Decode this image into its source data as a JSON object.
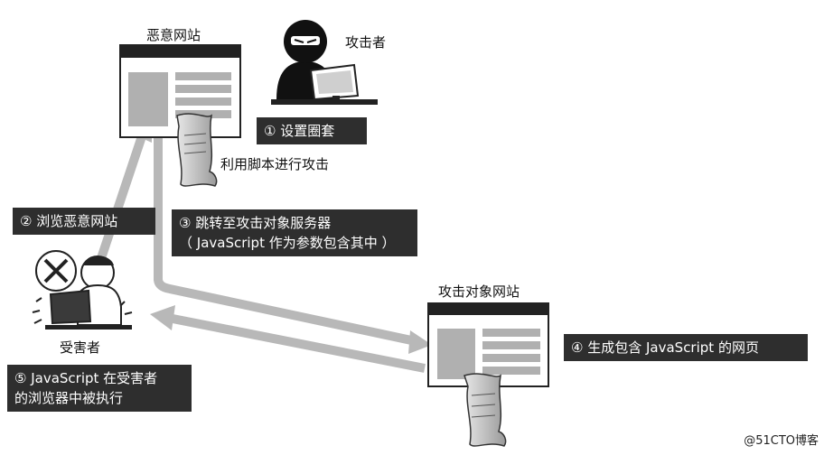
{
  "nodes": {
    "malicious_site": {
      "label": "恶意网站"
    },
    "attacker": {
      "label": "攻击者"
    },
    "target_site": {
      "label": "攻击对象网站"
    },
    "victim": {
      "label": "受害者"
    }
  },
  "annotations": {
    "script_attack": "利用脚本进行攻击"
  },
  "steps": [
    {
      "lines": [
        "① 设置圈套"
      ]
    },
    {
      "lines": [
        "② 浏览恶意网站"
      ]
    },
    {
      "lines": [
        "③ 跳转至攻击对象服务器",
        "（ JavaScript 作为参数包含其中 ）"
      ]
    },
    {
      "lines": [
        "④ 生成包含 JavaScript 的网页"
      ]
    },
    {
      "lines": [
        "⑤ JavaScript 在受害者",
        "的浏览器中被执行"
      ]
    }
  ],
  "watermark": "@51CTO博客",
  "colors": {
    "box_bg": "#2e2e2e",
    "box_text": "#ffffff",
    "arrow": "#b8b8b8",
    "window_bar": "#222222",
    "panel_gray": "#b0b0b0"
  }
}
